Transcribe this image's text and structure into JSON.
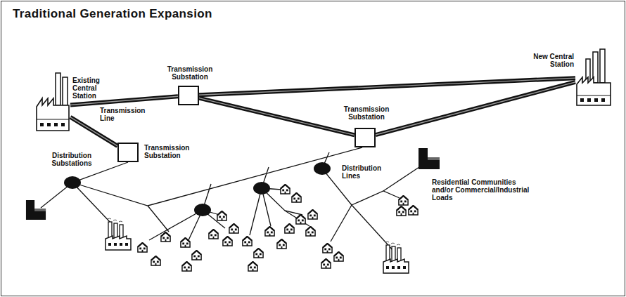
{
  "diagram": {
    "title": "Traditional Generation Expansion",
    "nodes": [
      {
        "text": [
          "Existing Central Station"
        ]
      },
      {
        "text": [
          "Transmission Substation"
        ]
      },
      {
        "text": [
          "Transmission Substation"
        ]
      },
      {
        "text": [
          "Transmission Substation"
        ]
      },
      {
        "text": [
          "New Central Station"
        ]
      }
    ],
    "edges": [
      {
        "from": 0,
        "to": 1,
        "arrow": "none"
      },
      {
        "from": 0,
        "to": 3,
        "arrow": "none"
      },
      {
        "from": 1,
        "to": 4,
        "arrow": "none"
      },
      {
        "from": 1,
        "to": 2,
        "arrow": "none"
      },
      {
        "from": 2,
        "to": 4,
        "arrow": "none"
      }
    ],
    "labels": [
      "Transmission Line",
      "Distribution Substations",
      "Distribution Lines",
      "Residential Communities and/or Commercial/Industrial Loads"
    ]
  }
}
